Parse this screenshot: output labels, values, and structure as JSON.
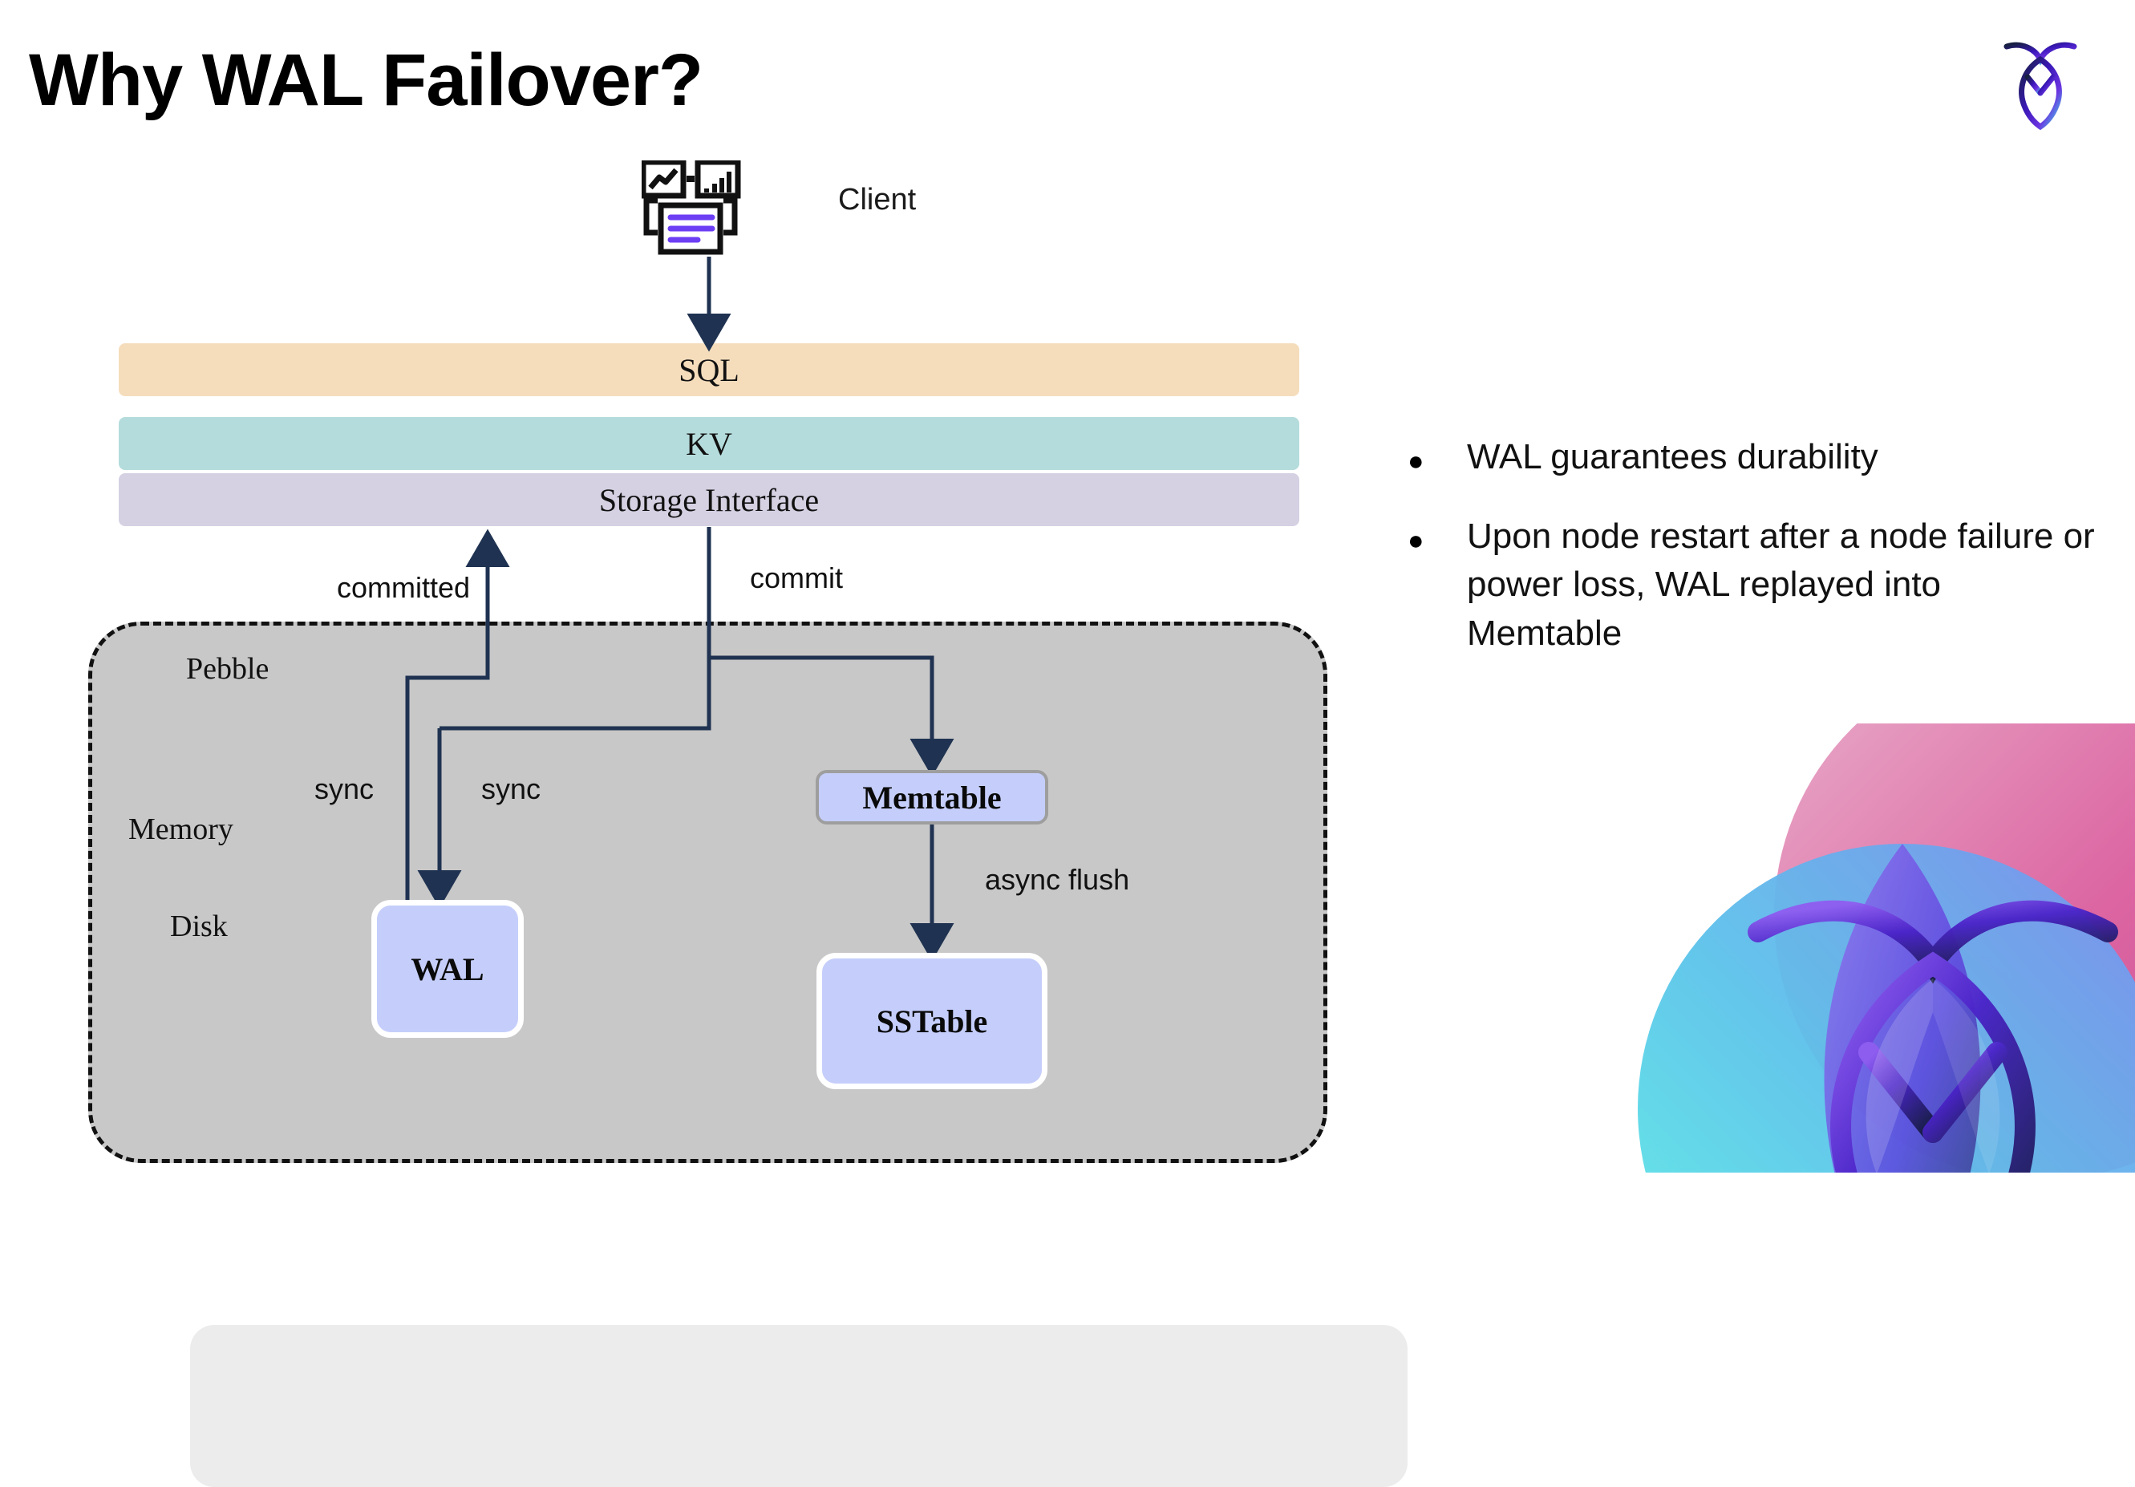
{
  "slide": {
    "title": "Why WAL Failover?"
  },
  "brand": {
    "logo_icon": "cockroach-logo-icon",
    "logo_gradient_start": "#1d2c5c",
    "logo_gradient_mid": "#5b2fd0",
    "logo_gradient_end": "#3fd8e8",
    "watermark_icon": "cockroach-watermark-icon",
    "watermark_pink": "#d95f9a",
    "watermark_cyan": "#4fe0e0",
    "watermark_purple": "#6b33e0"
  },
  "diagram": {
    "client": {
      "label": "Client",
      "icon": "client-device-icon",
      "icon_accent": "#6c3ef4"
    },
    "layers": [
      {
        "id": "sql",
        "label": "SQL",
        "color": "#f5ddbc"
      },
      {
        "id": "kv",
        "label": "KV",
        "color": "#b5dcdc"
      },
      {
        "id": "storage-interface",
        "label": "Storage Interface",
        "color": "#d5d1e3"
      }
    ],
    "container": {
      "label": "Pebble",
      "color": "#c8c8c8",
      "border_style": "dashed",
      "border_color": "#111111"
    },
    "zones": [
      {
        "id": "memory",
        "label": "Memory",
        "color": "#ececec"
      },
      {
        "id": "disk",
        "label": "Disk",
        "color": "#c8c8c8"
      }
    ],
    "stores": [
      {
        "id": "memtable",
        "label": "Memtable",
        "fill": "#c5cefb",
        "border": "#9e9e9e"
      },
      {
        "id": "wal",
        "label": "WAL",
        "fill": "#c5cefb",
        "border": "#ffffff"
      },
      {
        "id": "sstable",
        "label": "SSTable",
        "fill": "#c5cefb",
        "border": "#ffffff"
      }
    ],
    "edges": [
      {
        "id": "committed",
        "label": "committed"
      },
      {
        "id": "commit",
        "label": "commit"
      },
      {
        "id": "sync-1",
        "label": "sync"
      },
      {
        "id": "sync-2",
        "label": "sync"
      },
      {
        "id": "async-flush",
        "label": "async flush"
      }
    ],
    "edge_color": "#1f3251"
  },
  "bullets": {
    "marker": "●",
    "items": [
      "WAL guarantees durability",
      "Upon node restart after a node failure or power loss, WAL replayed into Memtable"
    ]
  }
}
